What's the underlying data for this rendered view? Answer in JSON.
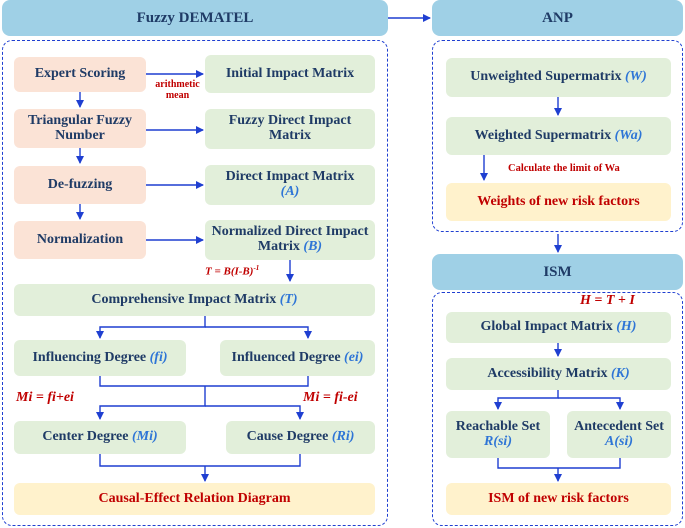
{
  "fuzzy_dematel": {
    "title": "Fuzzy DEMATEL",
    "expert_scoring": "Expert Scoring",
    "triangular": "Triangular Fuzzy Number",
    "defuzzing": "De-fuzzing",
    "normalization": "Normalization",
    "initial_matrix": "Initial Impact Matrix",
    "fuzzy_direct": "Fuzzy Direct Impact Matrix",
    "direct_label": "Direct Impact Matrix",
    "direct_sym": "(A)",
    "normalized_label": "Normalized Direct Impact Matrix",
    "normalized_sym": "(B)",
    "arith_mean": "arithmetic mean",
    "t_formula": "T = B(I-B)",
    "t_exp": "-1",
    "comprehensive_label": "Comprehensive Impact Matrix",
    "comprehensive_sym": "(T)",
    "influencing_label": "Influencing Degree",
    "influencing_sym": "(fi)",
    "influenced_label": "Influenced Degree",
    "influenced_sym": "(ei)",
    "m_plus": "Mi = fi+ei",
    "m_minus": "Mi = fi-ei",
    "center_label": "Center Degree",
    "center_sym": "(Mi)",
    "cause_label": "Cause Degree",
    "cause_sym": "(Ri)",
    "causal": "Causal-Effect Relation Diagram"
  },
  "anp": {
    "title": "ANP",
    "unweighted_label": "Unweighted Supermatrix",
    "unweighted_sym": "(W)",
    "weighted_label": "Weighted Supermatrix",
    "weighted_sym": "(Wa)",
    "limit_note": "Calculate the limit of Wa",
    "weights": "Weights of new risk factors"
  },
  "ism": {
    "title": "ISM",
    "h_formula": "H = T + I",
    "global_label": "Global Impact Matrix",
    "global_sym": "(H)",
    "accessibility_label": "Accessibility Matrix",
    "accessibility_sym": "(K)",
    "reachable_label": "Reachable Set",
    "reachable_sym": "R(si)",
    "antecedent_label": "Antecedent Set",
    "antecedent_sym": "A(si)",
    "ism_result": "ISM of new risk factors"
  }
}
